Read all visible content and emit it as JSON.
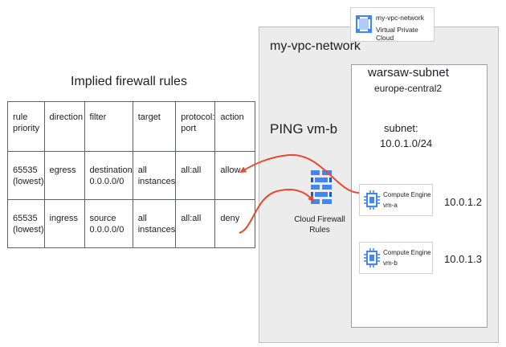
{
  "table": {
    "title": "Implied firewall rules",
    "headers": [
      "rule\npriority",
      "direction",
      "filter",
      "target",
      "protocol:\nport",
      "action"
    ],
    "rows": [
      {
        "priority": "65535\n(lowest)",
        "direction": "egress",
        "filter": "destination\n0.0.0.0/0",
        "target": "all\ninstances",
        "protocol": "all:all",
        "action": "allow"
      },
      {
        "priority": "65535\n(lowest)",
        "direction": "ingress",
        "filter": "source\n0.0.0.0/0",
        "target": "all\ninstances",
        "protocol": "all:all",
        "action": "deny"
      }
    ]
  },
  "vpc": {
    "card_name": "my-vpc-network",
    "card_type": "Virtual Private Cloud",
    "title": "my-vpc-network",
    "ping_label": "PING vm-b"
  },
  "subnet": {
    "name": "warsaw-subnet",
    "region": "europe-central2",
    "label": "subnet:",
    "cidr": "10.0.1.0/24"
  },
  "firewall": {
    "label_line1": "Cloud Firewall",
    "label_line2": "Rules"
  },
  "vms": [
    {
      "type": "Compute Engine",
      "name": "vm-a",
      "ip": "10.0.1.2"
    },
    {
      "type": "Compute Engine",
      "name": "vm-b",
      "ip": "10.0.1.3"
    }
  ],
  "colors": {
    "arrow": "#e8492f",
    "icon_blue": "#4285f4",
    "vpc_bg": "#ececec"
  },
  "icons": [
    "vpc-icon",
    "firewall-icon",
    "compute-engine-icon"
  ]
}
